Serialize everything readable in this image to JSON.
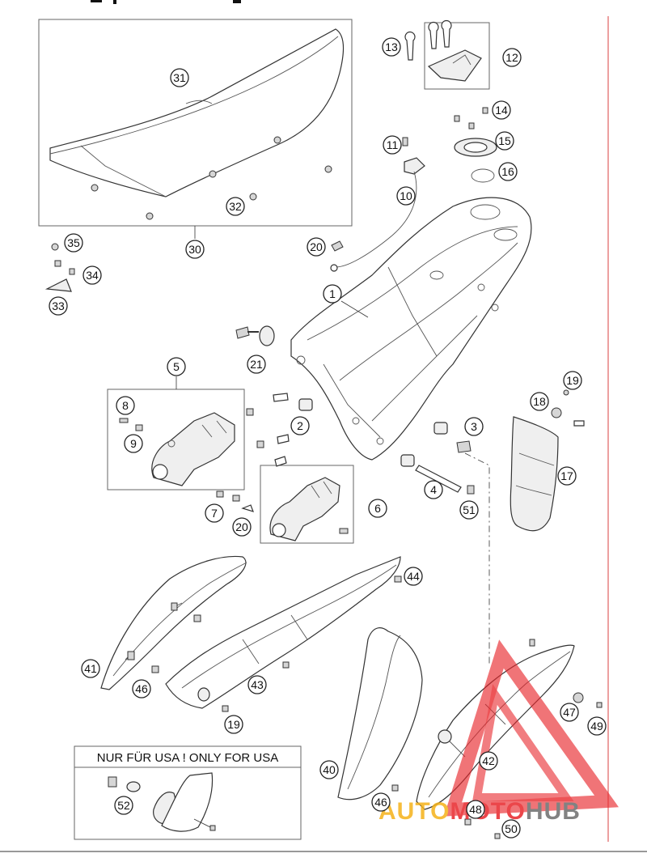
{
  "usa_notice": "NUR FÜR USA ! ONLY FOR USA",
  "watermark": {
    "part1": "AUTO",
    "part2": "MOTO",
    "part3": "HUB",
    "color_orange": "#f5b21a",
    "color_red": "#e8262b",
    "color_grey": "#6d6d6d"
  },
  "callouts": [
    {
      "id": "c31",
      "label": "31"
    },
    {
      "id": "c32",
      "label": "32"
    },
    {
      "id": "c30",
      "label": "30"
    },
    {
      "id": "c35",
      "label": "35"
    },
    {
      "id": "c34",
      "label": "34"
    },
    {
      "id": "c33",
      "label": "33"
    },
    {
      "id": "c13",
      "label": "13"
    },
    {
      "id": "c12",
      "label": "12"
    },
    {
      "id": "c14",
      "label": "14"
    },
    {
      "id": "c15",
      "label": "15"
    },
    {
      "id": "c16",
      "label": "16"
    },
    {
      "id": "c11",
      "label": "11"
    },
    {
      "id": "c10",
      "label": "10"
    },
    {
      "id": "c20a",
      "label": "20"
    },
    {
      "id": "c1",
      "label": "1"
    },
    {
      "id": "c21",
      "label": "21"
    },
    {
      "id": "c5",
      "label": "5"
    },
    {
      "id": "c8",
      "label": "8"
    },
    {
      "id": "c9",
      "label": "9"
    },
    {
      "id": "c2",
      "label": "2"
    },
    {
      "id": "c3",
      "label": "3"
    },
    {
      "id": "c19a",
      "label": "19"
    },
    {
      "id": "c18",
      "label": "18"
    },
    {
      "id": "c17",
      "label": "17"
    },
    {
      "id": "c7",
      "label": "7"
    },
    {
      "id": "c20b",
      "label": "20"
    },
    {
      "id": "c6",
      "label": "6"
    },
    {
      "id": "c4",
      "label": "4"
    },
    {
      "id": "c51",
      "label": "51"
    },
    {
      "id": "c44",
      "label": "44"
    },
    {
      "id": "c41",
      "label": "41"
    },
    {
      "id": "c46a",
      "label": "46"
    },
    {
      "id": "c43",
      "label": "43"
    },
    {
      "id": "c19b",
      "label": "19"
    },
    {
      "id": "c47",
      "label": "47"
    },
    {
      "id": "c49",
      "label": "49"
    },
    {
      "id": "c42",
      "label": "42"
    },
    {
      "id": "c40",
      "label": "40"
    },
    {
      "id": "c52",
      "label": "52"
    },
    {
      "id": "c46b",
      "label": "46"
    },
    {
      "id": "c48",
      "label": "48"
    },
    {
      "id": "c50",
      "label": "50"
    }
  ]
}
